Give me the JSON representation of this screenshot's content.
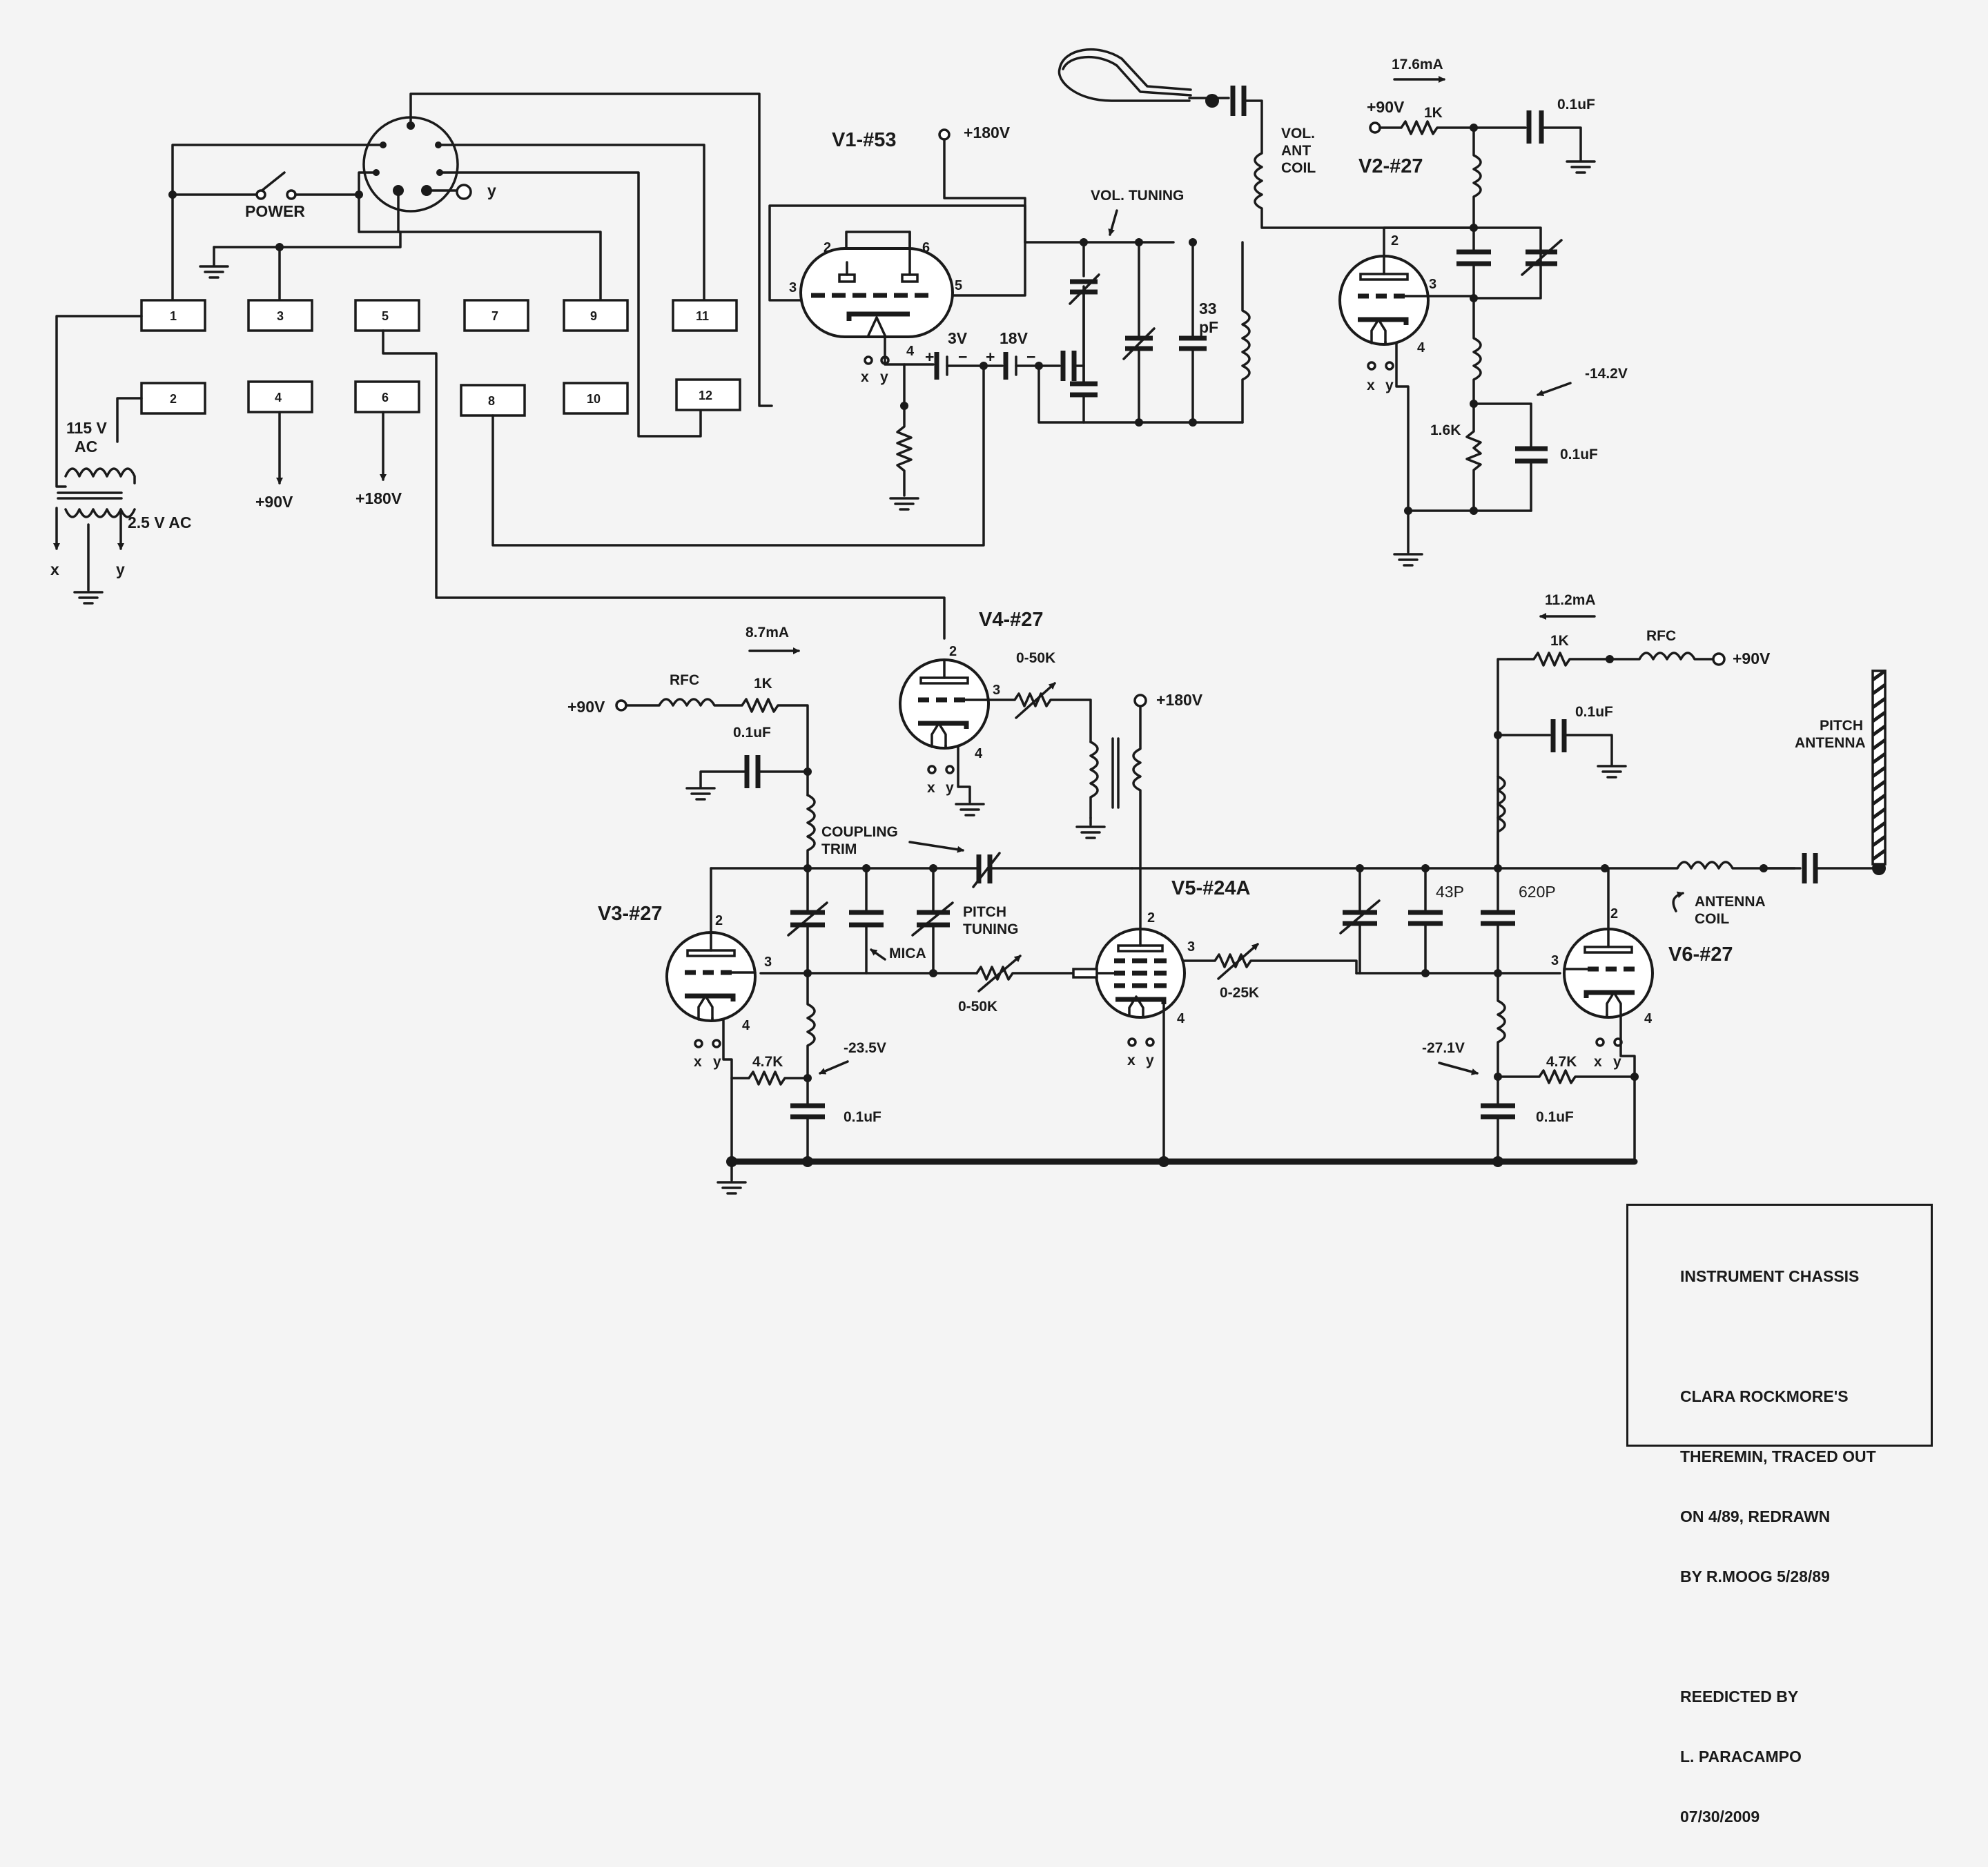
{
  "power_section": {
    "power_label": "POWER",
    "y_label": "y",
    "plugs": [
      "1",
      "2",
      "3",
      "4",
      "5",
      "6",
      "7",
      "8",
      "9",
      "10",
      "11",
      "12"
    ],
    "ac_in": [
      "115 V",
      "AC"
    ],
    "ac_out": "2.5 V AC",
    "x": "x",
    "y": "y",
    "plus90": "+90V",
    "plus180": "+180V"
  },
  "v1": {
    "name": "V1-#53",
    "b_plus": "+180V",
    "vol_tuning": "VOL. TUNING",
    "batt1": "3V",
    "batt2": "18V",
    "cap": [
      "33",
      "pF"
    ],
    "pins": [
      "2",
      "6",
      "3",
      "5",
      "4"
    ],
    "x": "x",
    "y": "y"
  },
  "v2": {
    "name": "V2-#27",
    "current": "17.6mA",
    "b_plus": "+90V",
    "r1": "1K",
    "c1": "0.1uF",
    "coil": [
      "VOL.",
      "ANT",
      "COIL"
    ],
    "pins": [
      "2",
      "3",
      "4"
    ],
    "bias": "-14.2V",
    "r2": "1.6K",
    "c2": "0.1uF",
    "x": "x",
    "y": "y"
  },
  "v3": {
    "name": "V3-#27",
    "current": "8.7mA",
    "b_plus": "+90V",
    "rfc": "RFC",
    "r1": "1K",
    "c1": "0.1uF",
    "coupling": [
      "COUPLING",
      "TRIM"
    ],
    "pitch_tuning": [
      "PITCH",
      "TUNING"
    ],
    "mica": "MICA",
    "pot": "0-50K",
    "bias": "-23.5V",
    "r2": "4.7K",
    "c2": "0.1uF",
    "pins": [
      "2",
      "3",
      "4"
    ],
    "x": "x",
    "y": "y"
  },
  "v4": {
    "name": "V4-#27",
    "pot": "0-50K",
    "b_plus": "+180V",
    "pins": [
      "2",
      "3",
      "4"
    ],
    "x": "x",
    "y": "y"
  },
  "v5": {
    "name": "V5-#24A",
    "pot": "0-25K",
    "pins": [
      "2",
      "3",
      "4"
    ],
    "x": "x",
    "y": "y"
  },
  "v6": {
    "name": "V6-#27",
    "current": "11.2mA",
    "r1": "1K",
    "rfc": "RFC",
    "b_plus": "+90V",
    "c1": "0.1uF",
    "c43": "43P",
    "c620": "620P",
    "antenna_coil": [
      "ANTENNA",
      "COIL"
    ],
    "pitch_antenna": [
      "PITCH",
      "ANTENNA"
    ],
    "bias": "-27.1V",
    "r2": "4.7K",
    "c2": "0.1uF",
    "pins": [
      "2",
      "3",
      "4"
    ],
    "x": "x",
    "y": "y"
  },
  "title_block": {
    "lines": [
      "INSTRUMENT CHASSIS",
      "",
      "CLARA ROCKMORE'S",
      "THEREMIN, TRACED OUT",
      "ON 4/89, REDRAWN",
      "BY R.MOOG 5/28/89",
      "",
      "REEDICTED BY",
      "L. PARACAMPO",
      "07/30/2009"
    ]
  }
}
